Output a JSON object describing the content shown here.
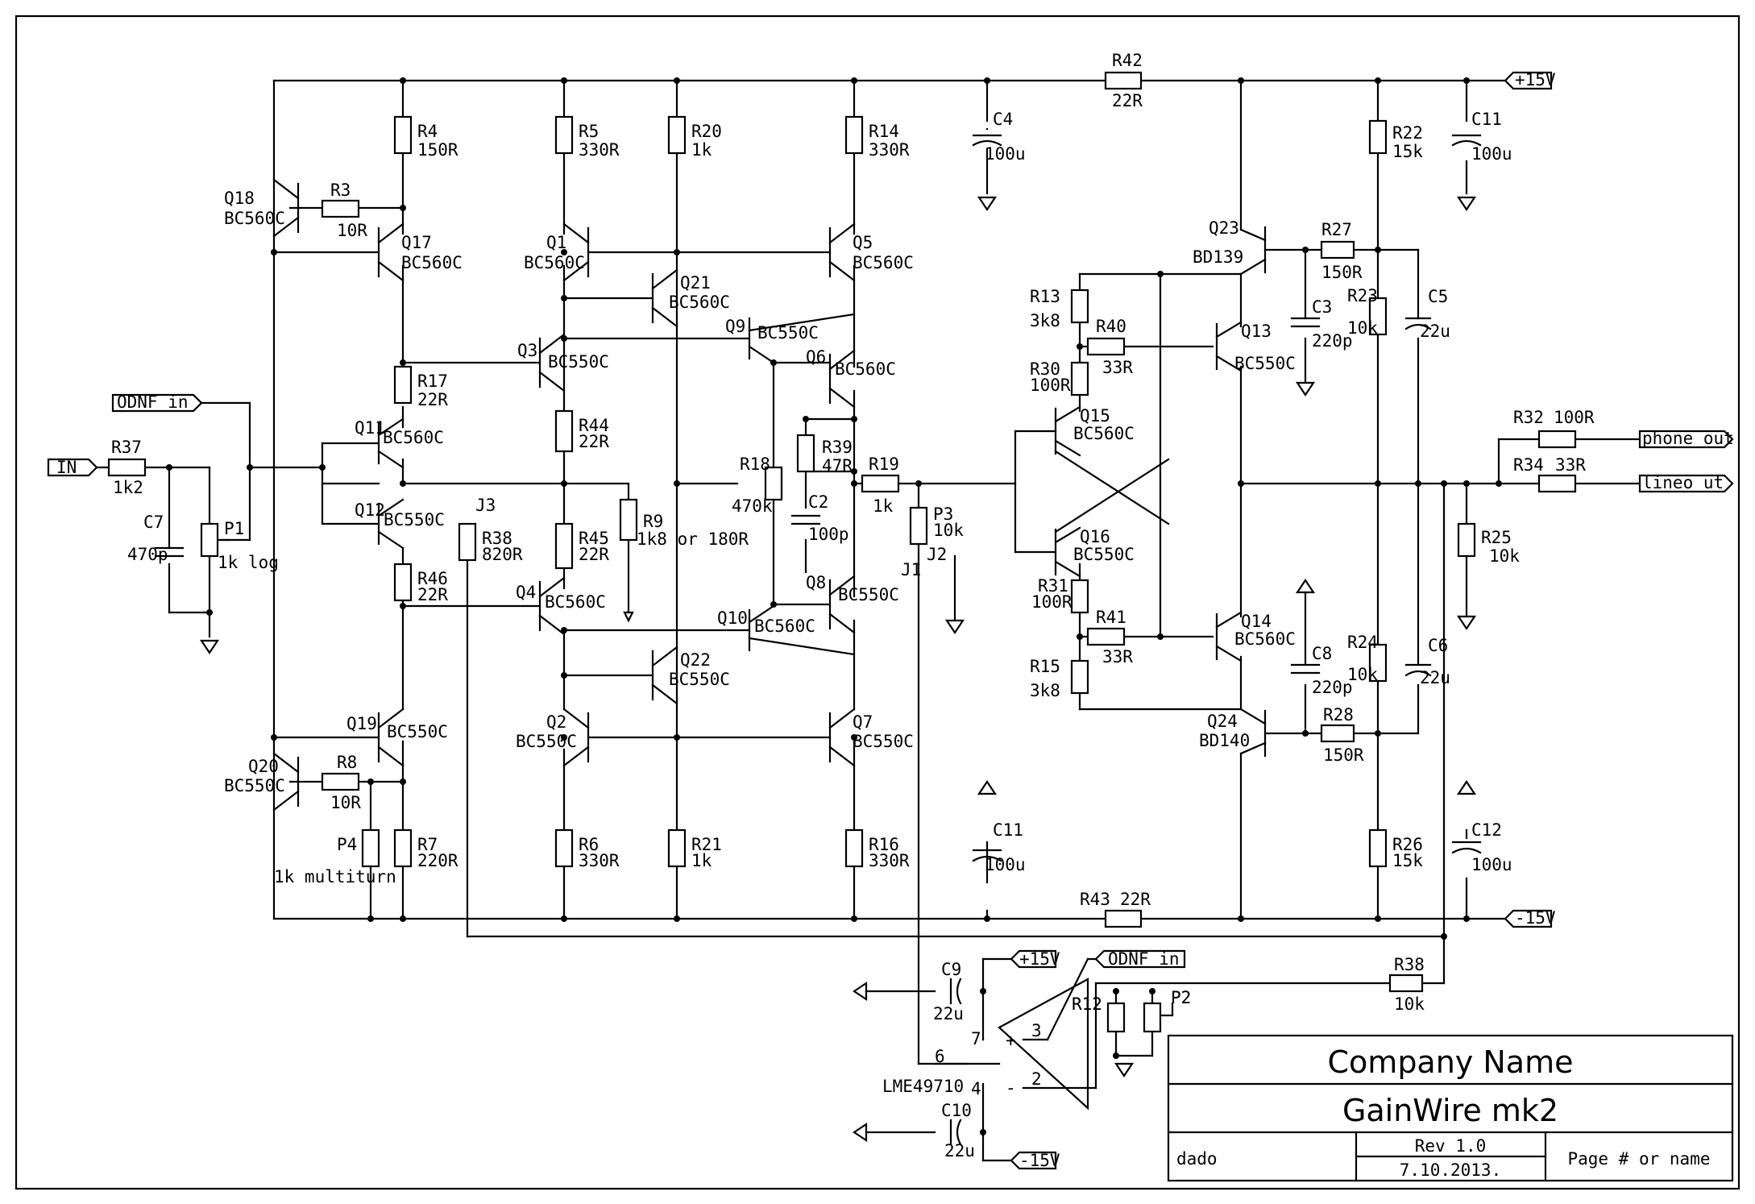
{
  "ports": {
    "pos15": "+15V",
    "neg15": "-15V",
    "in": "IN",
    "odnf_in": "ODNF in",
    "phone_out": "phone out",
    "line_out": "lineo ut"
  },
  "resistors": {
    "R42": {
      "name": "R42",
      "value": "22R"
    },
    "R4": {
      "name": "R4",
      "value": "150R"
    },
    "R3": {
      "name": "R3",
      "value": "10R"
    },
    "R5": {
      "name": "R5",
      "value": "330R"
    },
    "R20": {
      "name": "R20",
      "value": "1k"
    },
    "R14": {
      "name": "R14",
      "value": "330R"
    },
    "R22": {
      "name": "R22",
      "value": "15k"
    },
    "R27": {
      "name": "R27",
      "value": "150R"
    },
    "R23": {
      "name": "R23",
      "value": "10k"
    },
    "R13": {
      "name": "R13",
      "value": "3k8"
    },
    "R40": {
      "name": "R40",
      "value": "33R"
    },
    "R30": {
      "name": "R30",
      "value": "100R"
    },
    "R17": {
      "name": "R17",
      "value": "22R"
    },
    "R44": {
      "name": "R44",
      "value": "22R"
    },
    "R39": {
      "name": "R39",
      "value": "47R"
    },
    "R18": {
      "name": "R18",
      "value": "470k"
    },
    "R19": {
      "name": "R19",
      "value": "1k"
    },
    "R37": {
      "name": "R37",
      "value": "1k2"
    },
    "R9": {
      "name": "R9",
      "value": "1k8 or 180R"
    },
    "R45": {
      "name": "R45",
      "value": "22R"
    },
    "R38a": {
      "name": "R38",
      "value": "820R"
    },
    "R46": {
      "name": "R46",
      "value": "22R"
    },
    "R32": {
      "name": "R32",
      "value": "100R"
    },
    "R34": {
      "name": "R34",
      "value": "33R"
    },
    "R25": {
      "name": "R25",
      "value": "10k"
    },
    "R31": {
      "name": "R31",
      "value": "100R"
    },
    "R41": {
      "name": "R41",
      "value": "33R"
    },
    "R15": {
      "name": "R15",
      "value": "3k8"
    },
    "R24": {
      "name": "R24",
      "value": "10k"
    },
    "R28": {
      "name": "R28",
      "value": "150R"
    },
    "R8": {
      "name": "R8",
      "value": "10R"
    },
    "R7": {
      "name": "R7",
      "value": "220R"
    },
    "R6": {
      "name": "R6",
      "value": "330R"
    },
    "R21": {
      "name": "R21",
      "value": "1k"
    },
    "R16": {
      "name": "R16",
      "value": "330R"
    },
    "R26": {
      "name": "R26",
      "value": "15k"
    },
    "R43": {
      "name": "R43",
      "value": "22R"
    },
    "R38b": {
      "name": "R38",
      "value": "10k"
    },
    "R12": {
      "name": "R12",
      "value": ""
    }
  },
  "pots": {
    "P1": {
      "name": "P1",
      "value": "1k log"
    },
    "P3": {
      "name": "P3",
      "value": "10k"
    },
    "P4": {
      "name": "P4",
      "value": "1k multiturn"
    },
    "P2": {
      "name": "P2",
      "value": ""
    }
  },
  "capacitors": {
    "C4": {
      "name": "C4",
      "value": "100u"
    },
    "C11a": {
      "name": "C11",
      "value": "100u"
    },
    "C3": {
      "name": "C3",
      "value": "220p"
    },
    "C5": {
      "name": "C5",
      "value": "22u"
    },
    "C2": {
      "name": "C2",
      "value": "100p"
    },
    "C7": {
      "name": "C7",
      "value": "470p"
    },
    "C8": {
      "name": "C8",
      "value": "220p"
    },
    "C6": {
      "name": "C6",
      "value": "22u"
    },
    "C11b": {
      "name": "C11",
      "value": "100u"
    },
    "C12": {
      "name": "C12",
      "value": "100u"
    },
    "C9": {
      "name": "C9",
      "value": "22u"
    },
    "C10": {
      "name": "C10",
      "value": "22u"
    }
  },
  "transistors": {
    "Q18": {
      "name": "Q18",
      "type": "BC560C"
    },
    "Q17": {
      "name": "Q17",
      "type": "BC560C"
    },
    "Q1": {
      "name": "Q1",
      "type": "BC560C"
    },
    "Q5": {
      "name": "Q5",
      "type": "BC560C"
    },
    "Q21": {
      "name": "Q21",
      "type": "BC560C"
    },
    "Q23": {
      "name": "Q23",
      "type": "BD139"
    },
    "Q9": {
      "name": "Q9",
      "type": "BC550C"
    },
    "Q6": {
      "name": "Q6",
      "type": "BC560C"
    },
    "Q3": {
      "name": "Q3",
      "type": "BC550C"
    },
    "Q13": {
      "name": "Q13",
      "type": "BC550C"
    },
    "Q11": {
      "name": "Q11",
      "type": "BC560C"
    },
    "Q15": {
      "name": "Q15",
      "type": "BC560C"
    },
    "Q12": {
      "name": "Q12",
      "type": "BC550C"
    },
    "Q16": {
      "name": "Q16",
      "type": "BC550C"
    },
    "Q4": {
      "name": "Q4",
      "type": "BC560C"
    },
    "Q8": {
      "name": "Q8",
      "type": "BC550C"
    },
    "Q10": {
      "name": "Q10",
      "type": "BC560C"
    },
    "Q14": {
      "name": "Q14",
      "type": "BC560C"
    },
    "Q22": {
      "name": "Q22",
      "type": "BC550C"
    },
    "Q24": {
      "name": "Q24",
      "type": "BD140"
    },
    "Q19": {
      "name": "Q19",
      "type": "BC550C"
    },
    "Q2": {
      "name": "Q2",
      "type": "BC550C"
    },
    "Q7": {
      "name": "Q7",
      "type": "BC550C"
    },
    "Q20": {
      "name": "Q20",
      "type": "BC550C"
    }
  },
  "jumpers": {
    "J1": "J1",
    "J2": "J2",
    "J3": "J3"
  },
  "opamp": {
    "part": "LME49710",
    "pin7": "7",
    "pin6": "6",
    "pin4": "4",
    "pin3": "3",
    "pin2": "2",
    "plus": "+",
    "minus": "-"
  },
  "title_block": {
    "company": "Company Name",
    "project": "GainWire mk2",
    "author": "dado",
    "revision": "Rev 1.0",
    "date": "7.10.2013.",
    "page": "Page # or name"
  }
}
